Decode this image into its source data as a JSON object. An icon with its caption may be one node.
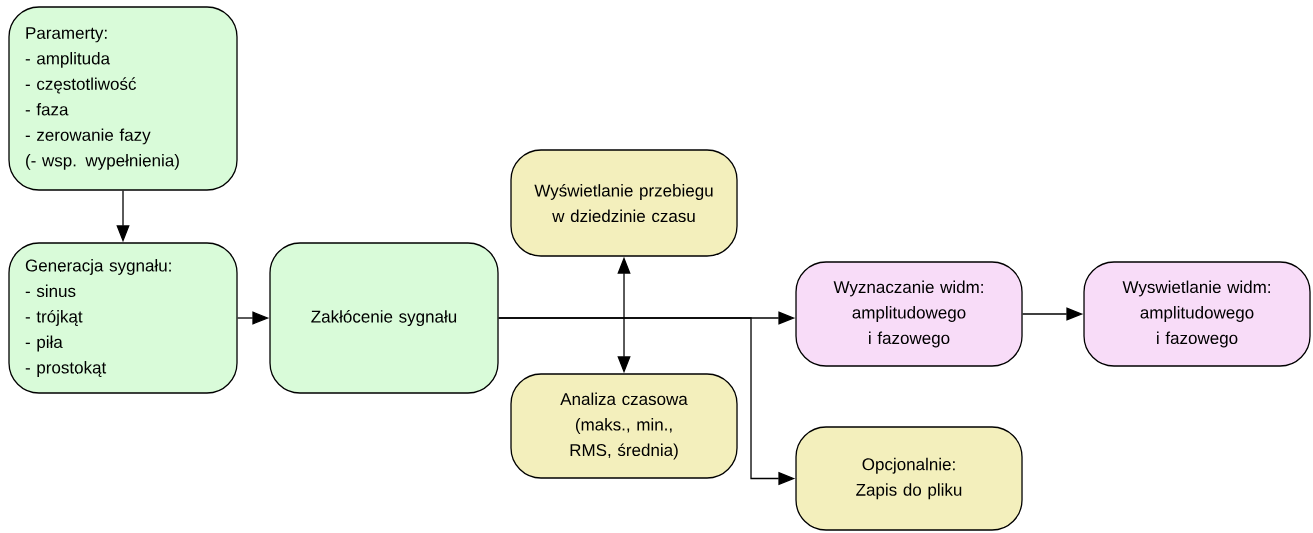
{
  "diagram": {
    "nodes": [
      {
        "text": [
          "Paramerty:",
          "- amplituda",
          "- częstotliwość",
          "- faza",
          "- zerowanie fazy",
          "(- wsp. wypełnienia)"
        ]
      },
      {
        "text": [
          "Generacja sygnału:",
          "- sinus",
          "- trójkąt",
          "- piła",
          "- prostokąt"
        ]
      },
      {
        "text": [
          "Zakłócenie sygnału"
        ]
      },
      {
        "text": [
          "Wyświetlanie przebiegu w dziedzinie czasu"
        ]
      },
      {
        "text": [
          "Analiza czasowa (maks., min., RMS, średnia)"
        ]
      },
      {
        "text": [
          "Wyznaczanie widm: amplitudowego i fazowego"
        ]
      },
      {
        "text": [
          "Wyswietlanie widm: amplitudowego i fazowego"
        ]
      },
      {
        "text": [
          "Opcjonalnie: Zapis do pliku"
        ]
      }
    ],
    "edges": [
      {
        "from": 0,
        "to": 1,
        "arrow": "to"
      },
      {
        "from": 1,
        "to": 2,
        "arrow": "to"
      },
      {
        "from": 2,
        "to": 5,
        "arrow": "to"
      },
      {
        "from": 2,
        "to": 7,
        "arrow": "to"
      },
      {
        "from": 3,
        "to": 4,
        "arrow": "both"
      },
      {
        "from": 5,
        "to": 6,
        "arrow": "to"
      }
    ]
  }
}
